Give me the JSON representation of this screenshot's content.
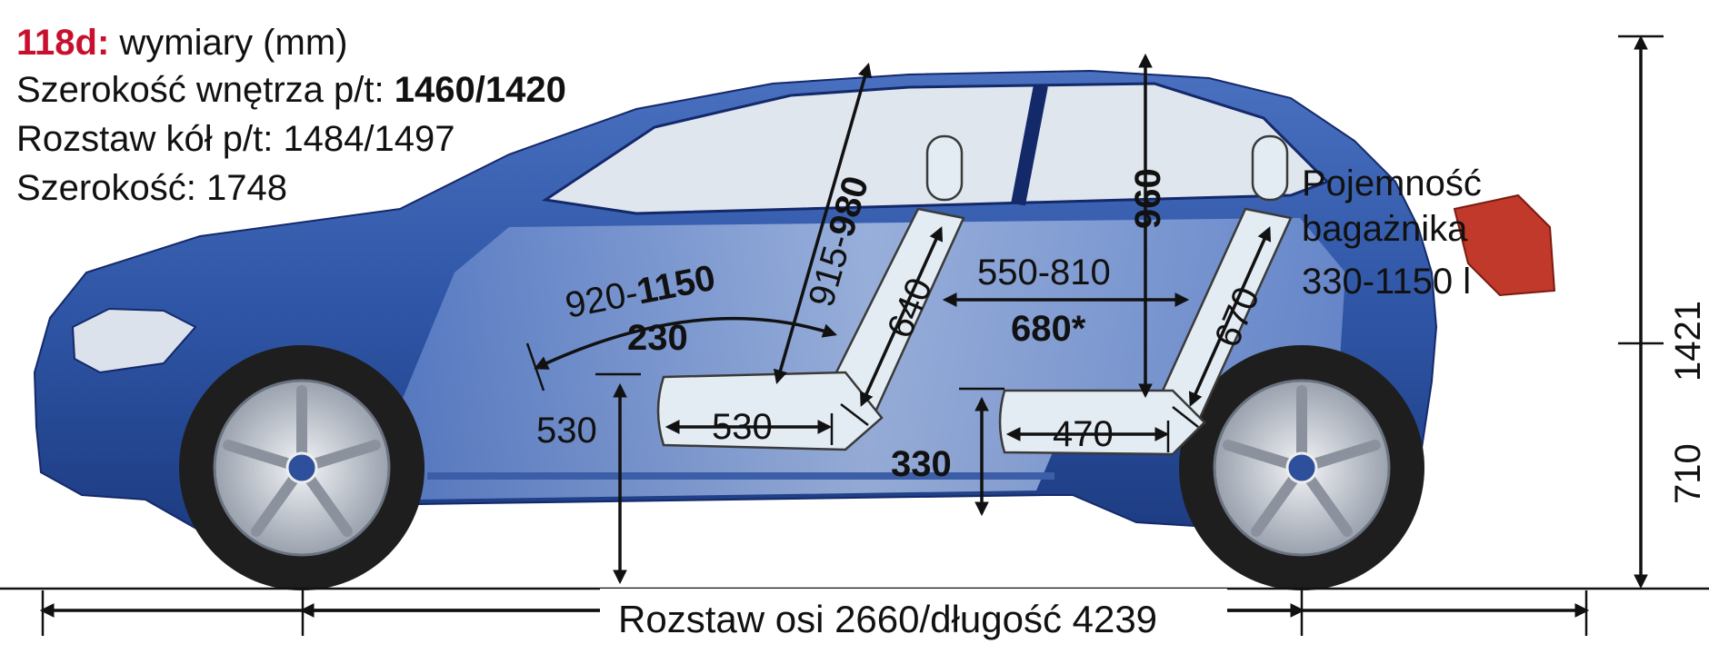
{
  "header": {
    "model": "118d:",
    "title_rest": " wymiary (mm)",
    "interior_width_label": "Szerokość wnętrza p/t: ",
    "interior_width_value": "1460/1420",
    "track_label": "Rozstaw kół p/t: 1484/1497",
    "width_label": "Szerokość: 1748"
  },
  "colors": {
    "model_red": "#c8102e",
    "car_blue": "#2f56a6",
    "car_blue_dark": "#1c3a80",
    "seat_fill": "#e4ecf3"
  },
  "dimensions": {
    "front_headroom_a": "915-",
    "front_headroom_b": "980",
    "front_legroom_a": "920-",
    "front_legroom_b": "1150",
    "front_seat_travel": "230",
    "front_seat_height": "530",
    "front_cushion": "530",
    "front_backrest": "640",
    "rear_knee_a": "550-810",
    "rear_knee_b": "680*",
    "rear_headroom": "960",
    "rear_backrest": "670",
    "rear_cushion": "470",
    "rear_seat_height": "330",
    "trunk_line1": "Pojemność",
    "trunk_line2": "bagażnika",
    "trunk_line3": "330-1150 l",
    "height_total": "1421",
    "height_lower": "710",
    "bottom": "Rozstaw osi 2660/długość 4239"
  }
}
